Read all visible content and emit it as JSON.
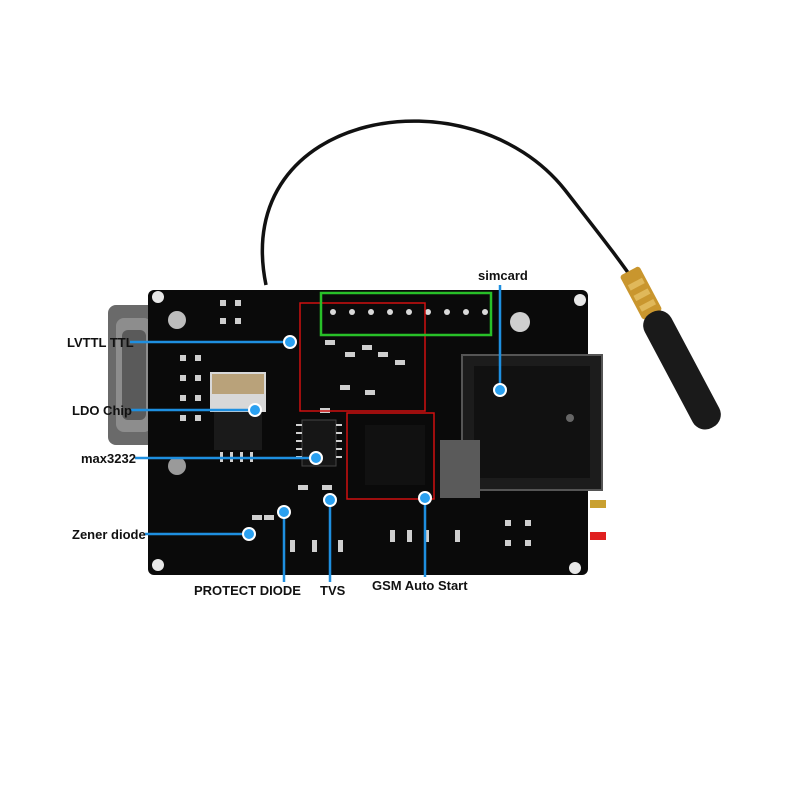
{
  "labels": {
    "lvttl": "LVTTL  TTL",
    "ldo": "LDO Chip",
    "max": "max3232",
    "zener": "Zener diode",
    "protect": "PROTECT DIODE",
    "tvs": "TVS",
    "gsm": "GSM Auto Start",
    "simcard": "simcard"
  },
  "colors": {
    "background": "#ffffff",
    "board": "#0a0a0a",
    "callout": "#1e8fe0",
    "callout_dot": "#2aa0f0",
    "highlight_red": "#d01010",
    "highlight_green": "#28c028",
    "antenna_gold": "#c9962e",
    "antenna_body": "#1a1a1a",
    "label_text": "#111111"
  },
  "icons": {
    "callout_marker": "blue-dot-marker",
    "antenna": "sma-antenna-icon"
  }
}
